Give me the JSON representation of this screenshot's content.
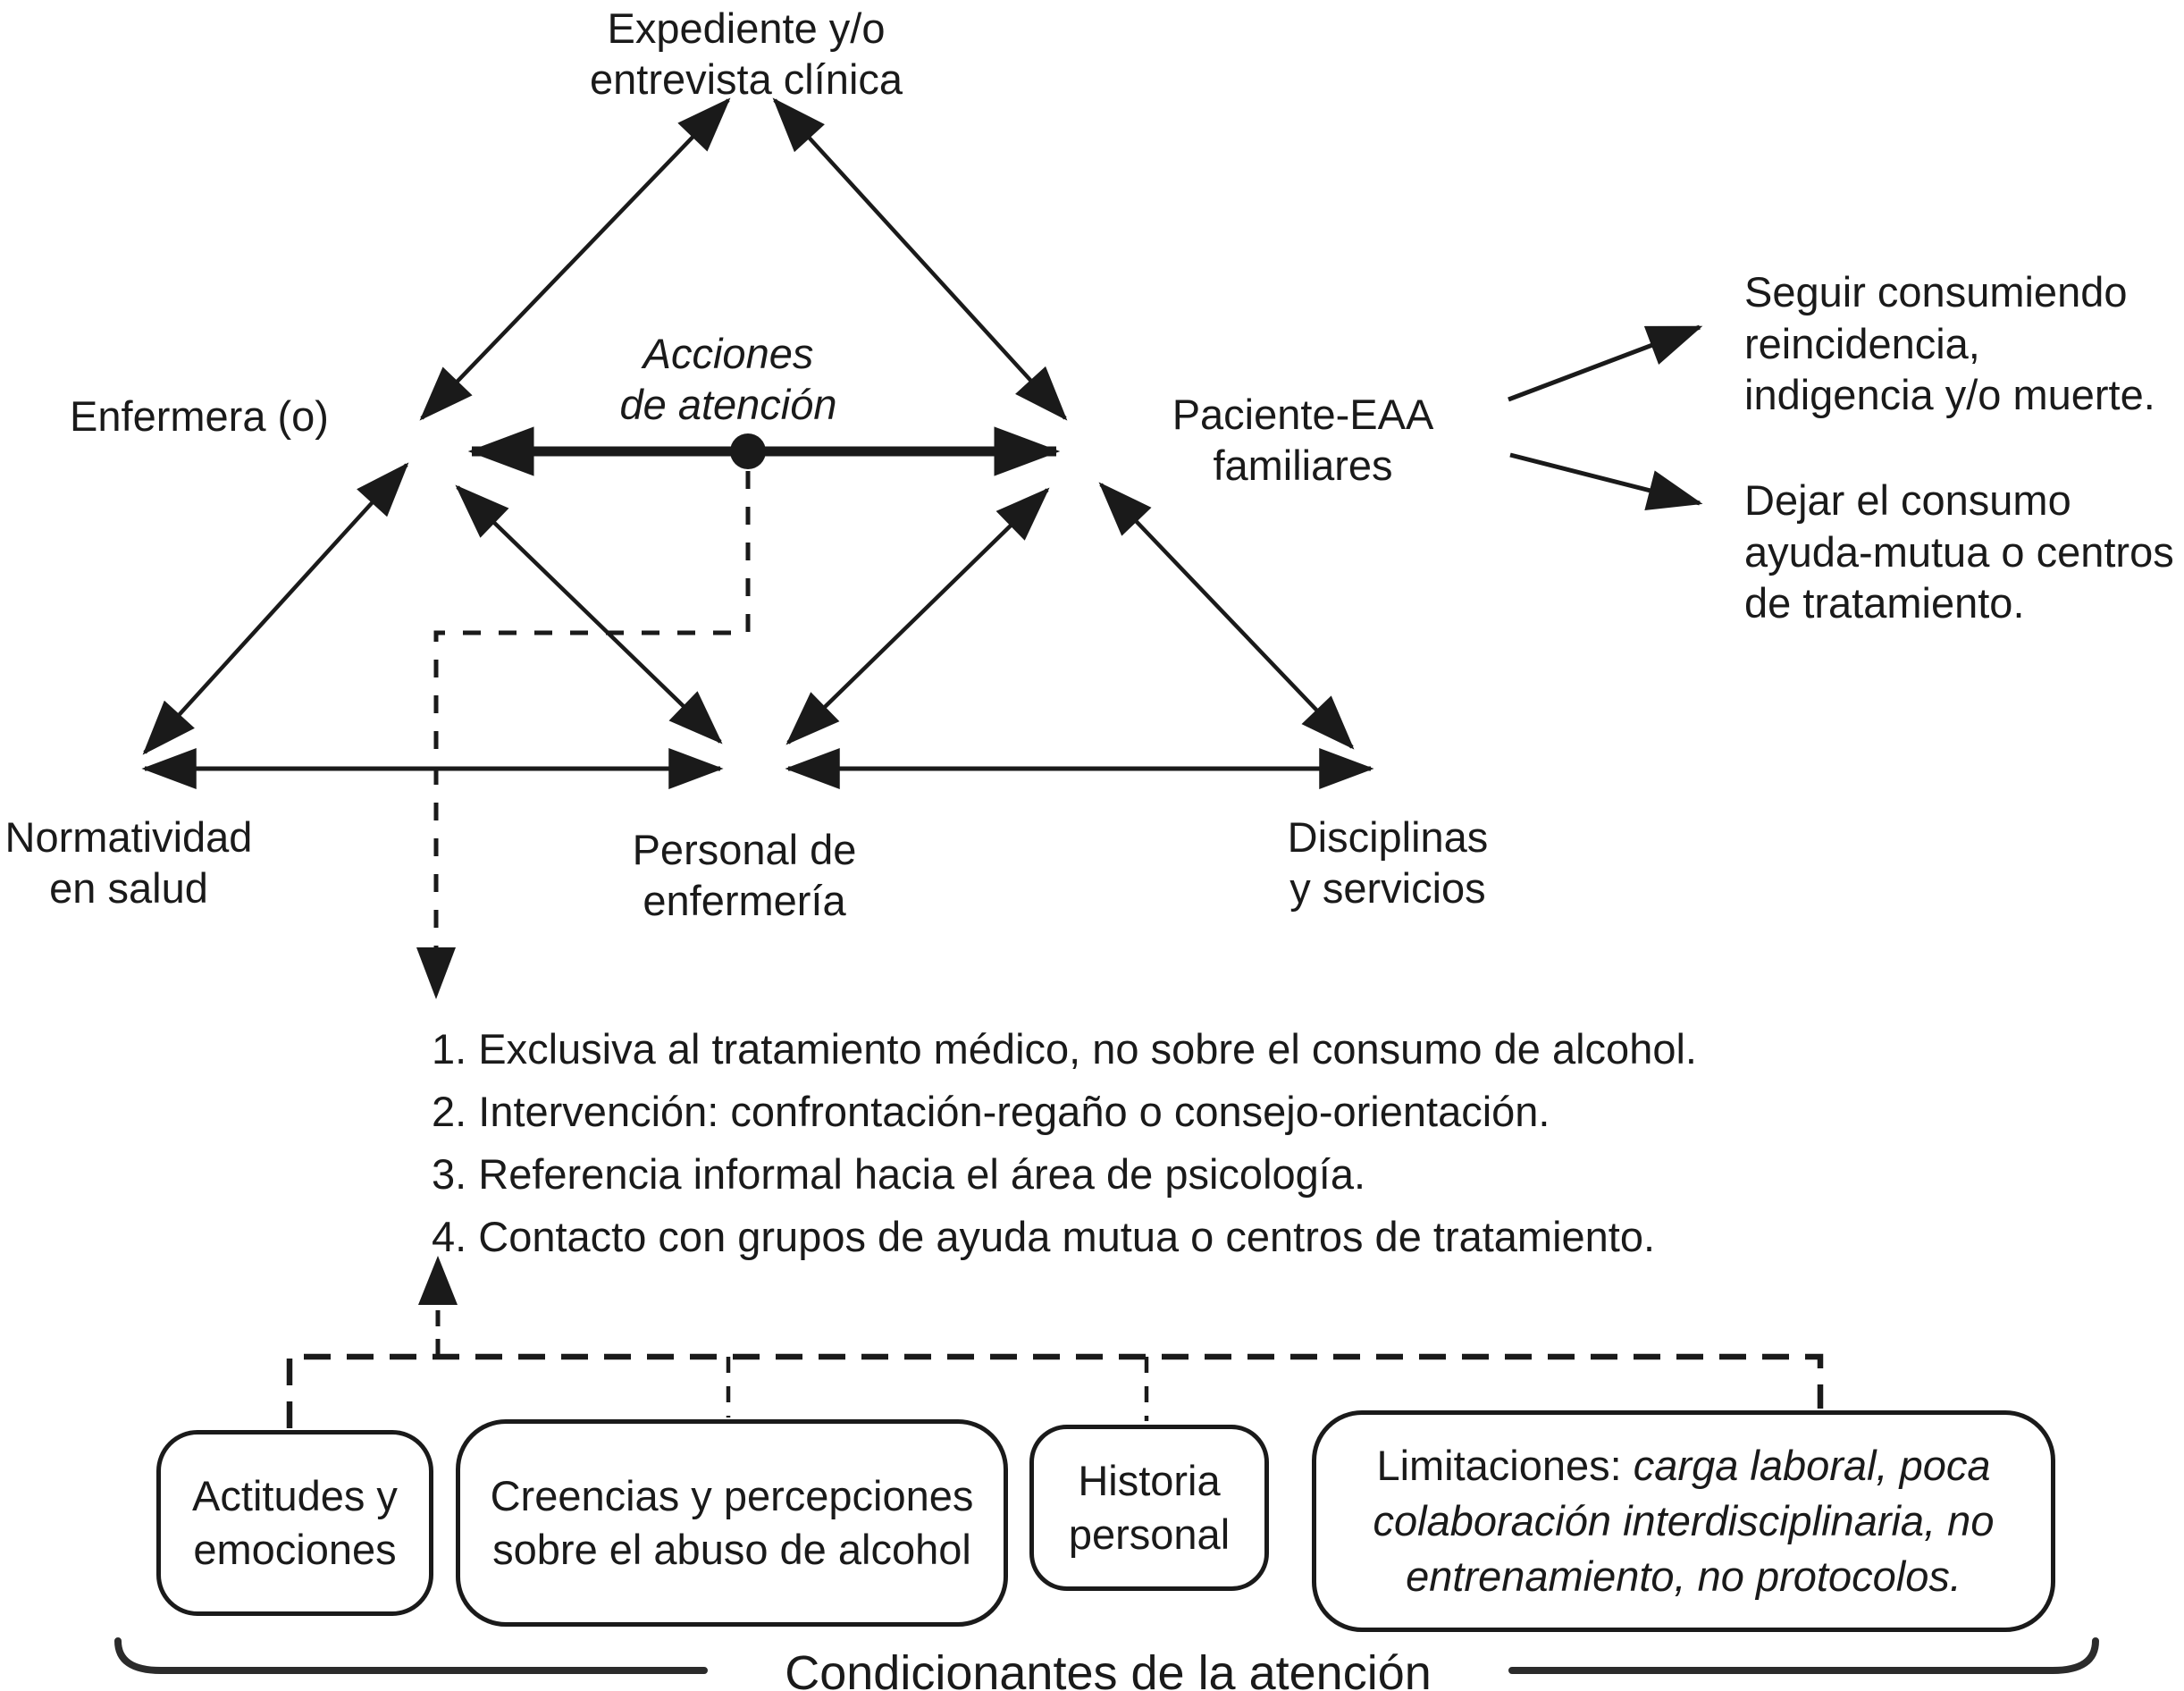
{
  "diagram": {
    "colors": {
      "ink": "#1a1a1a",
      "background": "#ffffff"
    },
    "nodes": {
      "expediente": {
        "line1": "Expediente y/o",
        "line2": "entrevista clínica"
      },
      "enfermera": {
        "label": "Enfermera (o)"
      },
      "acciones": {
        "line1": "Acciones",
        "line2": "de atención"
      },
      "paciente": {
        "line1": "Paciente-EAA",
        "line2": "familiares"
      },
      "normatividad": {
        "line1": "Normatividad",
        "line2": "en salud"
      },
      "personal": {
        "line1": "Personal de",
        "line2": "enfermería"
      },
      "disciplinas": {
        "line1": "Disciplinas",
        "line2": "y servicios"
      }
    },
    "outcomes": {
      "seguir": {
        "line1": "Seguir consumiendo",
        "line2": "reincidencia,",
        "line3": "indigencia y/o muerte."
      },
      "dejar": {
        "line1": "Dejar el consumo",
        "line2": "ayuda-mutua o centros",
        "line3": "de tratamiento."
      }
    },
    "care_actions_list": {
      "item1": "1. Exclusiva al tratamiento médico, no sobre el consumo de alcohol.",
      "item2": "2. Intervención: confrontación-regaño o consejo-orientación.",
      "item3": "3. Referencia informal hacia el área de psicología.",
      "item4": "4. Contacto con grupos de ayuda mutua o centros de tratamiento."
    },
    "conditioning_boxes": {
      "actitudes": {
        "line1": "Actitudes y",
        "line2": "emociones"
      },
      "creencias": {
        "line1": "Creencias y percepciones",
        "line2": "sobre el abuso de alcohol"
      },
      "historia": {
        "line1": "Historia",
        "line2": "personal"
      },
      "limitaciones": {
        "prefix": "Limitaciones: ",
        "italic1": "carga laboral, poca",
        "italic2": "colaboración interdisciplinaria, no",
        "italic3": "entrenamiento, no protocolos."
      }
    },
    "caption": "Condicionantes de la atención"
  }
}
